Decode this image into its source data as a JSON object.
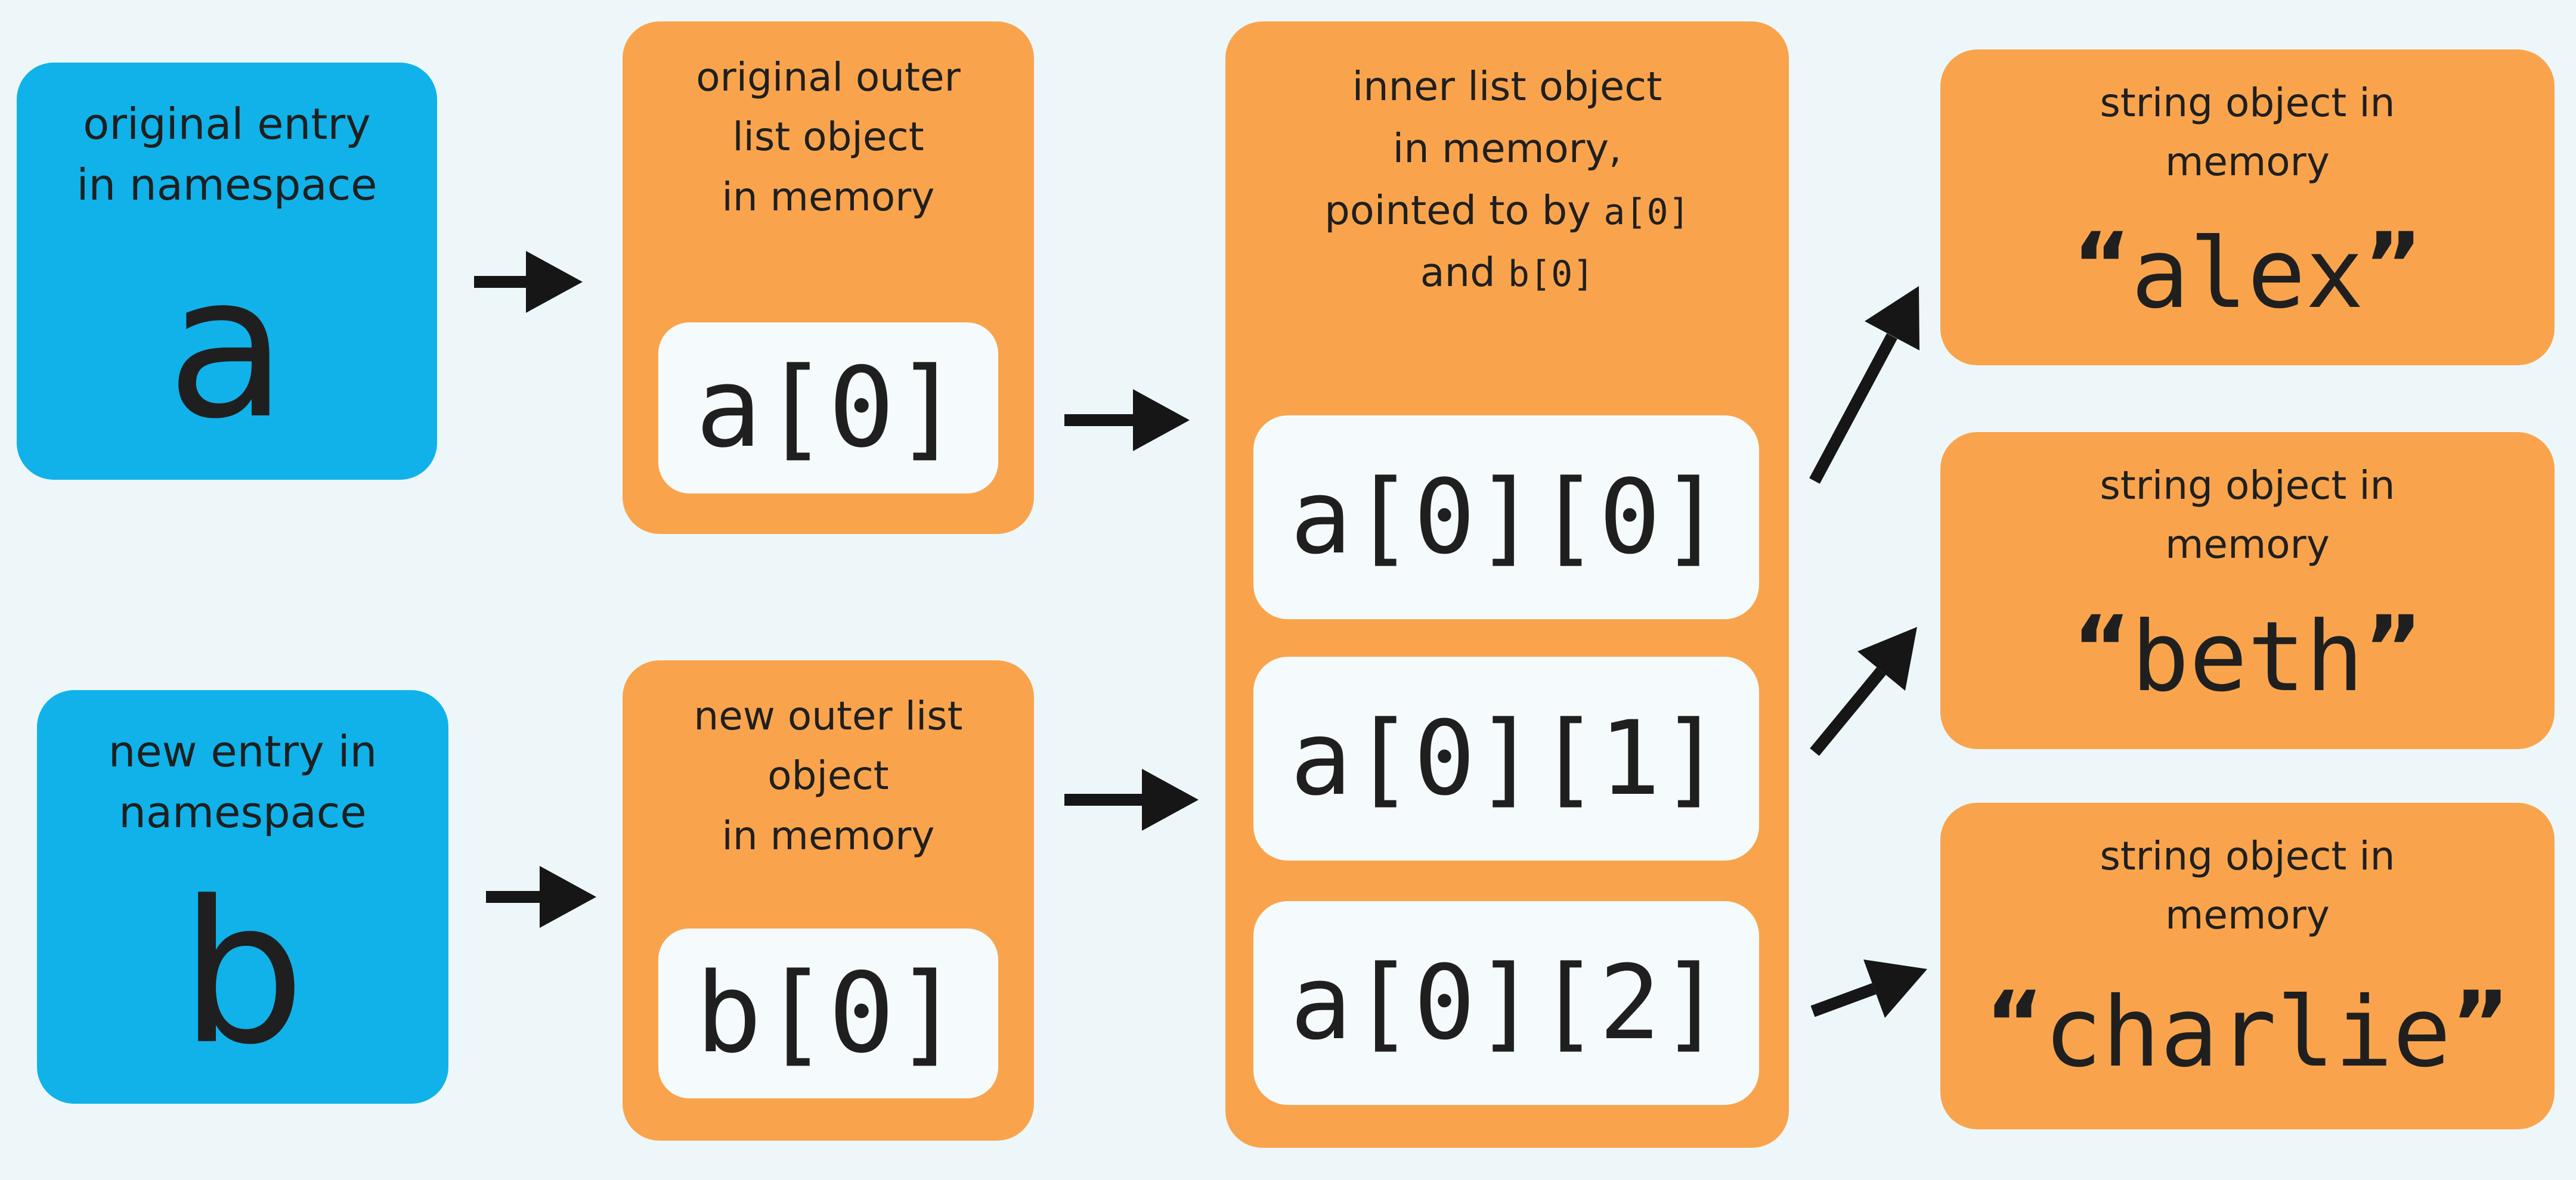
{
  "colors": {
    "background": "#EDF7FA",
    "blue": "#10B2E9",
    "orange": "#F9A44C",
    "chip": "#F5FBFD",
    "text": "#1F1F1F",
    "arrow": "#161616"
  },
  "namespace_boxes": [
    {
      "label_lines": [
        "original entry",
        "in namespace"
      ],
      "symbol": "a"
    },
    {
      "label_lines": [
        "new entry in",
        "namespace"
      ],
      "symbol": "b"
    }
  ],
  "outer_list_boxes": [
    {
      "label_lines": [
        "original outer",
        "list object",
        "in memory"
      ],
      "code": "a[0]"
    },
    {
      "label_lines": [
        "new outer list",
        "object",
        "in memory"
      ],
      "code": "b[0]"
    }
  ],
  "inner_list_box": {
    "header": {
      "line1": "inner list object",
      "line2": "in memory,",
      "line3_text": "pointed to by ",
      "line3_code": "a[0]",
      "line4_text": "and ",
      "line4_code": "b[0]"
    },
    "slots": [
      "a[0][0]",
      "a[0][1]",
      "a[0][2]"
    ]
  },
  "string_boxes": [
    {
      "label_lines": [
        "string object in",
        "memory"
      ],
      "open_quote": "“",
      "value": "alex",
      "close_quote": "”"
    },
    {
      "label_lines": [
        "string object in",
        "memory"
      ],
      "open_quote": "“",
      "value": "beth",
      "close_quote": "”"
    },
    {
      "label_lines": [
        "string object in",
        "memory"
      ],
      "open_quote": "“",
      "value": "charlie",
      "close_quote": "”"
    }
  ]
}
